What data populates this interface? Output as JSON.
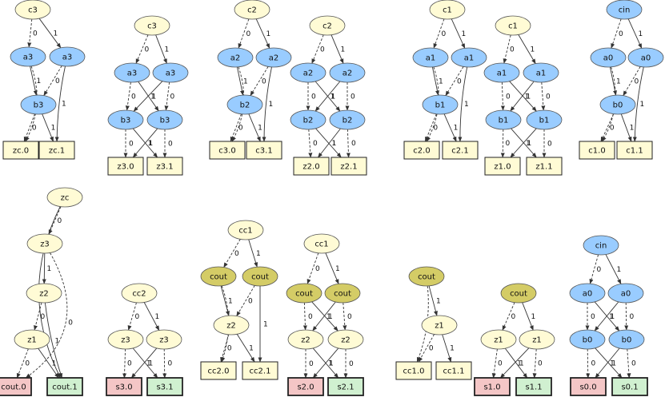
{
  "colors": {
    "yellow": "#fffbd5",
    "blue": "#99ccff",
    "olive": "#d4cc66",
    "pink": "#f4c6c6",
    "green": "#d0f0d0",
    "edge": "#333333",
    "node_stroke": "#555555"
  },
  "nodes": [
    {
      "id": "n1",
      "label": "c3",
      "shape": "ellipse",
      "fill": "yellow"
    },
    {
      "id": "n2",
      "label": "a3",
      "shape": "ellipse",
      "fill": "blue"
    },
    {
      "id": "n3",
      "label": "a3",
      "shape": "ellipse",
      "fill": "blue"
    },
    {
      "id": "n4",
      "label": "b3",
      "shape": "ellipse",
      "fill": "blue"
    },
    {
      "id": "n5",
      "label": "zc.0",
      "shape": "box",
      "fill": "yellow"
    },
    {
      "id": "n6",
      "label": "zc.1",
      "shape": "box",
      "fill": "yellow"
    },
    {
      "id": "n7",
      "label": "c3",
      "shape": "ellipse",
      "fill": "yellow"
    },
    {
      "id": "n8",
      "label": "a3",
      "shape": "ellipse",
      "fill": "blue"
    },
    {
      "id": "n9",
      "label": "a3",
      "shape": "ellipse",
      "fill": "blue"
    },
    {
      "id": "n10",
      "label": "b3",
      "shape": "ellipse",
      "fill": "blue"
    },
    {
      "id": "n11",
      "label": "b3",
      "shape": "ellipse",
      "fill": "blue"
    },
    {
      "id": "n12",
      "label": "z3.0",
      "shape": "box",
      "fill": "yellow"
    },
    {
      "id": "n13",
      "label": "z3.1",
      "shape": "box",
      "fill": "yellow"
    },
    {
      "id": "n14",
      "label": "c2",
      "shape": "ellipse",
      "fill": "yellow"
    },
    {
      "id": "n15",
      "label": "a2",
      "shape": "ellipse",
      "fill": "blue"
    },
    {
      "id": "n16",
      "label": "a2",
      "shape": "ellipse",
      "fill": "blue"
    },
    {
      "id": "n17",
      "label": "b2",
      "shape": "ellipse",
      "fill": "blue"
    },
    {
      "id": "n18",
      "label": "c3.0",
      "shape": "box",
      "fill": "yellow"
    },
    {
      "id": "n19",
      "label": "c3.1",
      "shape": "box",
      "fill": "yellow"
    },
    {
      "id": "n20",
      "label": "c2",
      "shape": "ellipse",
      "fill": "yellow"
    },
    {
      "id": "n21",
      "label": "a2",
      "shape": "ellipse",
      "fill": "blue"
    },
    {
      "id": "n22",
      "label": "a2",
      "shape": "ellipse",
      "fill": "blue"
    },
    {
      "id": "n23",
      "label": "b2",
      "shape": "ellipse",
      "fill": "blue"
    },
    {
      "id": "n24",
      "label": "b2",
      "shape": "ellipse",
      "fill": "blue"
    },
    {
      "id": "n25",
      "label": "z2.0",
      "shape": "box",
      "fill": "yellow"
    },
    {
      "id": "n26",
      "label": "z2.1",
      "shape": "box",
      "fill": "yellow"
    },
    {
      "id": "n27",
      "label": "c1",
      "shape": "ellipse",
      "fill": "yellow"
    },
    {
      "id": "n28",
      "label": "a1",
      "shape": "ellipse",
      "fill": "blue"
    },
    {
      "id": "n29",
      "label": "a1",
      "shape": "ellipse",
      "fill": "blue"
    },
    {
      "id": "n30",
      "label": "b1",
      "shape": "ellipse",
      "fill": "blue"
    },
    {
      "id": "n31",
      "label": "c2.0",
      "shape": "box",
      "fill": "yellow"
    },
    {
      "id": "n32",
      "label": "c2.1",
      "shape": "box",
      "fill": "yellow"
    },
    {
      "id": "n33",
      "label": "c1",
      "shape": "ellipse",
      "fill": "yellow"
    },
    {
      "id": "n34",
      "label": "a1",
      "shape": "ellipse",
      "fill": "blue"
    },
    {
      "id": "n35",
      "label": "a1",
      "shape": "ellipse",
      "fill": "blue"
    },
    {
      "id": "n36",
      "label": "b1",
      "shape": "ellipse",
      "fill": "blue"
    },
    {
      "id": "n37",
      "label": "b1",
      "shape": "ellipse",
      "fill": "blue"
    },
    {
      "id": "n38",
      "label": "z1.0",
      "shape": "box",
      "fill": "yellow"
    },
    {
      "id": "n39",
      "label": "z1.1",
      "shape": "box",
      "fill": "yellow"
    },
    {
      "id": "n40",
      "label": "cin",
      "shape": "ellipse",
      "fill": "blue"
    },
    {
      "id": "n41",
      "label": "a0",
      "shape": "ellipse",
      "fill": "blue"
    },
    {
      "id": "n42",
      "label": "a0",
      "shape": "ellipse",
      "fill": "blue"
    },
    {
      "id": "n43",
      "label": "b0",
      "shape": "ellipse",
      "fill": "blue"
    },
    {
      "id": "n44",
      "label": "c1.0",
      "shape": "box",
      "fill": "yellow"
    },
    {
      "id": "n45",
      "label": "c1.1",
      "shape": "box",
      "fill": "yellow"
    },
    {
      "id": "n46",
      "label": "zc",
      "shape": "ellipse",
      "fill": "yellow"
    },
    {
      "id": "n47",
      "label": "z3",
      "shape": "ellipse",
      "fill": "yellow"
    },
    {
      "id": "n48",
      "label": "z2",
      "shape": "ellipse",
      "fill": "yellow"
    },
    {
      "id": "n49",
      "label": "z1",
      "shape": "ellipse",
      "fill": "yellow"
    },
    {
      "id": "n50",
      "label": "cout.0",
      "shape": "box",
      "fill": "pink"
    },
    {
      "id": "n51",
      "label": "cout.1",
      "shape": "box",
      "fill": "green"
    },
    {
      "id": "n52",
      "label": "cc2",
      "shape": "ellipse",
      "fill": "yellow"
    },
    {
      "id": "n53",
      "label": "z3",
      "shape": "ellipse",
      "fill": "yellow"
    },
    {
      "id": "n54",
      "label": "z3",
      "shape": "ellipse",
      "fill": "yellow"
    },
    {
      "id": "n55",
      "label": "s3.0",
      "shape": "box",
      "fill": "pink"
    },
    {
      "id": "n56",
      "label": "s3.1",
      "shape": "box",
      "fill": "green"
    },
    {
      "id": "n57",
      "label": "cc1",
      "shape": "ellipse",
      "fill": "yellow"
    },
    {
      "id": "n58",
      "label": "cout",
      "shape": "ellipse",
      "fill": "olive"
    },
    {
      "id": "n59",
      "label": "cout",
      "shape": "ellipse",
      "fill": "olive"
    },
    {
      "id": "n60",
      "label": "z2",
      "shape": "ellipse",
      "fill": "yellow"
    },
    {
      "id": "n61",
      "label": "cc2.0",
      "shape": "box",
      "fill": "yellow"
    },
    {
      "id": "n62",
      "label": "cc2.1",
      "shape": "box",
      "fill": "yellow"
    },
    {
      "id": "n63",
      "label": "cc1",
      "shape": "ellipse",
      "fill": "yellow"
    },
    {
      "id": "n64",
      "label": "cout",
      "shape": "ellipse",
      "fill": "olive"
    },
    {
      "id": "n65",
      "label": "cout",
      "shape": "ellipse",
      "fill": "olive"
    },
    {
      "id": "n66",
      "label": "z2",
      "shape": "ellipse",
      "fill": "yellow"
    },
    {
      "id": "n67",
      "label": "z2",
      "shape": "ellipse",
      "fill": "yellow"
    },
    {
      "id": "n68",
      "label": "s2.0",
      "shape": "box",
      "fill": "pink"
    },
    {
      "id": "n69",
      "label": "s2.1",
      "shape": "box",
      "fill": "green"
    },
    {
      "id": "n70",
      "label": "cout",
      "shape": "ellipse",
      "fill": "olive"
    },
    {
      "id": "n71",
      "label": "z1",
      "shape": "ellipse",
      "fill": "yellow"
    },
    {
      "id": "n72",
      "label": "cc1.0",
      "shape": "box",
      "fill": "yellow"
    },
    {
      "id": "n73",
      "label": "cc1.1",
      "shape": "box",
      "fill": "yellow"
    },
    {
      "id": "n74",
      "label": "cout",
      "shape": "ellipse",
      "fill": "olive"
    },
    {
      "id": "n75",
      "label": "z1",
      "shape": "ellipse",
      "fill": "yellow"
    },
    {
      "id": "n76",
      "label": "z1",
      "shape": "ellipse",
      "fill": "yellow"
    },
    {
      "id": "n77",
      "label": "s1.0",
      "shape": "box",
      "fill": "pink"
    },
    {
      "id": "n78",
      "label": "s1.1",
      "shape": "box",
      "fill": "green"
    },
    {
      "id": "n79",
      "label": "cin",
      "shape": "ellipse",
      "fill": "blue"
    },
    {
      "id": "n80",
      "label": "a0",
      "shape": "ellipse",
      "fill": "blue"
    },
    {
      "id": "n81",
      "label": "a0",
      "shape": "ellipse",
      "fill": "blue"
    },
    {
      "id": "n82",
      "label": "b0",
      "shape": "ellipse",
      "fill": "blue"
    },
    {
      "id": "n83",
      "label": "b0",
      "shape": "ellipse",
      "fill": "blue"
    },
    {
      "id": "n84",
      "label": "s0.0",
      "shape": "box",
      "fill": "pink"
    },
    {
      "id": "n85",
      "label": "s0.1",
      "shape": "box",
      "fill": "green"
    }
  ],
  "edges": [
    {
      "from": "n1",
      "to": "n2",
      "label": "0",
      "dashed": true
    },
    {
      "from": "n1",
      "to": "n3",
      "label": "1",
      "dashed": false
    },
    {
      "from": "n2",
      "to": "n5",
      "label": "0",
      "dashed": true
    },
    {
      "from": "n2",
      "to": "n4",
      "label": "1",
      "dashed": false
    },
    {
      "from": "n3",
      "to": "n4",
      "label": "0",
      "dashed": true
    },
    {
      "from": "n3",
      "to": "n6",
      "label": "1",
      "dashed": false
    },
    {
      "from": "n4",
      "to": "n5",
      "label": "0",
      "dashed": true
    },
    {
      "from": "n4",
      "to": "n6",
      "label": "1",
      "dashed": false
    },
    {
      "from": "n7",
      "to": "n8",
      "label": "0",
      "dashed": true
    },
    {
      "from": "n7",
      "to": "n9",
      "label": "1",
      "dashed": false
    },
    {
      "from": "n8",
      "to": "n10",
      "label": "0",
      "dashed": true
    },
    {
      "from": "n8",
      "to": "n11",
      "label": "1",
      "dashed": false
    },
    {
      "from": "n9",
      "to": "n10",
      "label": "1",
      "dashed": false
    },
    {
      "from": "n9",
      "to": "n11",
      "label": "0",
      "dashed": true
    },
    {
      "from": "n10",
      "to": "n12",
      "label": "0",
      "dashed": true
    },
    {
      "from": "n10",
      "to": "n13",
      "label": "1",
      "dashed": false
    },
    {
      "from": "n11",
      "to": "n12",
      "label": "1",
      "dashed": false
    },
    {
      "from": "n11",
      "to": "n13",
      "label": "0",
      "dashed": true
    },
    {
      "from": "n14",
      "to": "n15",
      "label": "0",
      "dashed": true
    },
    {
      "from": "n14",
      "to": "n16",
      "label": "1",
      "dashed": false
    },
    {
      "from": "n15",
      "to": "n18",
      "label": "0",
      "dashed": true
    },
    {
      "from": "n15",
      "to": "n17",
      "label": "1",
      "dashed": false
    },
    {
      "from": "n16",
      "to": "n17",
      "label": "0",
      "dashed": true
    },
    {
      "from": "n16",
      "to": "n19",
      "label": "1",
      "dashed": false
    },
    {
      "from": "n17",
      "to": "n18",
      "label": "0",
      "dashed": true
    },
    {
      "from": "n17",
      "to": "n19",
      "label": "1",
      "dashed": false
    },
    {
      "from": "n20",
      "to": "n21",
      "label": "0",
      "dashed": true
    },
    {
      "from": "n20",
      "to": "n22",
      "label": "1",
      "dashed": false
    },
    {
      "from": "n21",
      "to": "n23",
      "label": "0",
      "dashed": true
    },
    {
      "from": "n21",
      "to": "n24",
      "label": "1",
      "dashed": false
    },
    {
      "from": "n22",
      "to": "n23",
      "label": "1",
      "dashed": false
    },
    {
      "from": "n22",
      "to": "n24",
      "label": "0",
      "dashed": true
    },
    {
      "from": "n23",
      "to": "n25",
      "label": "0",
      "dashed": true
    },
    {
      "from": "n23",
      "to": "n26",
      "label": "1",
      "dashed": false
    },
    {
      "from": "n24",
      "to": "n25",
      "label": "1",
      "dashed": false
    },
    {
      "from": "n24",
      "to": "n26",
      "label": "0",
      "dashed": true
    },
    {
      "from": "n27",
      "to": "n28",
      "label": "0",
      "dashed": true
    },
    {
      "from": "n27",
      "to": "n29",
      "label": "1",
      "dashed": false
    },
    {
      "from": "n28",
      "to": "n31",
      "label": "0",
      "dashed": true
    },
    {
      "from": "n28",
      "to": "n30",
      "label": "1",
      "dashed": false
    },
    {
      "from": "n29",
      "to": "n30",
      "label": "0",
      "dashed": true
    },
    {
      "from": "n29",
      "to": "n32",
      "label": "1",
      "dashed": false
    },
    {
      "from": "n30",
      "to": "n31",
      "label": "0",
      "dashed": true
    },
    {
      "from": "n30",
      "to": "n32",
      "label": "1",
      "dashed": false
    },
    {
      "from": "n33",
      "to": "n34",
      "label": "0",
      "dashed": true
    },
    {
      "from": "n33",
      "to": "n35",
      "label": "1",
      "dashed": false
    },
    {
      "from": "n34",
      "to": "n36",
      "label": "0",
      "dashed": true
    },
    {
      "from": "n34",
      "to": "n37",
      "label": "1",
      "dashed": false
    },
    {
      "from": "n35",
      "to": "n36",
      "label": "1",
      "dashed": false
    },
    {
      "from": "n35",
      "to": "n37",
      "label": "0",
      "dashed": true
    },
    {
      "from": "n36",
      "to": "n38",
      "label": "0",
      "dashed": true
    },
    {
      "from": "n36",
      "to": "n39",
      "label": "1",
      "dashed": false
    },
    {
      "from": "n37",
      "to": "n38",
      "label": "1",
      "dashed": false
    },
    {
      "from": "n37",
      "to": "n39",
      "label": "0",
      "dashed": true
    },
    {
      "from": "n40",
      "to": "n41",
      "label": "0",
      "dashed": true
    },
    {
      "from": "n40",
      "to": "n42",
      "label": "1",
      "dashed": false
    },
    {
      "from": "n41",
      "to": "n44",
      "label": "0",
      "dashed": true
    },
    {
      "from": "n41",
      "to": "n43",
      "label": "1",
      "dashed": false
    },
    {
      "from": "n42",
      "to": "n43",
      "label": "0",
      "dashed": true
    },
    {
      "from": "n42",
      "to": "n45",
      "label": "1",
      "dashed": false
    },
    {
      "from": "n43",
      "to": "n44",
      "label": "0",
      "dashed": true
    },
    {
      "from": "n43",
      "to": "n45",
      "label": "1",
      "dashed": false
    },
    {
      "from": "n46",
      "to": "n47",
      "label": "0",
      "dashed": true
    },
    {
      "from": "n46",
      "to": "n51",
      "label": "1",
      "dashed": false
    },
    {
      "from": "n47",
      "to": "n50",
      "label": "0",
      "dashed": true
    },
    {
      "from": "n47",
      "to": "n48",
      "label": "1",
      "dashed": false
    },
    {
      "from": "n48",
      "to": "n49",
      "label": "0",
      "dashed": true
    },
    {
      "from": "n48",
      "to": "n51",
      "label": "1",
      "dashed": false
    },
    {
      "from": "n49",
      "to": "n50",
      "label": "0",
      "dashed": true
    },
    {
      "from": "n49",
      "to": "n51",
      "label": "1",
      "dashed": false
    },
    {
      "from": "n52",
      "to": "n53",
      "label": "0",
      "dashed": true
    },
    {
      "from": "n52",
      "to": "n54",
      "label": "1",
      "dashed": false
    },
    {
      "from": "n53",
      "to": "n55",
      "label": "0",
      "dashed": true
    },
    {
      "from": "n53",
      "to": "n56",
      "label": "1",
      "dashed": false
    },
    {
      "from": "n54",
      "to": "n55",
      "label": "1",
      "dashed": false
    },
    {
      "from": "n54",
      "to": "n56",
      "label": "0",
      "dashed": true
    },
    {
      "from": "n57",
      "to": "n58",
      "label": "0",
      "dashed": true
    },
    {
      "from": "n57",
      "to": "n59",
      "label": "1",
      "dashed": false
    },
    {
      "from": "n58",
      "to": "n61",
      "label": "0",
      "dashed": true
    },
    {
      "from": "n58",
      "to": "n60",
      "label": "1",
      "dashed": false
    },
    {
      "from": "n59",
      "to": "n60",
      "label": "0",
      "dashed": true
    },
    {
      "from": "n59",
      "to": "n62",
      "label": "1",
      "dashed": false
    },
    {
      "from": "n60",
      "to": "n61",
      "label": "0",
      "dashed": true
    },
    {
      "from": "n60",
      "to": "n62",
      "label": "1",
      "dashed": false
    },
    {
      "from": "n63",
      "to": "n64",
      "label": "0",
      "dashed": true
    },
    {
      "from": "n63",
      "to": "n65",
      "label": "1",
      "dashed": false
    },
    {
      "from": "n64",
      "to": "n66",
      "label": "0",
      "dashed": true
    },
    {
      "from": "n64",
      "to": "n67",
      "label": "1",
      "dashed": false
    },
    {
      "from": "n65",
      "to": "n66",
      "label": "1",
      "dashed": false
    },
    {
      "from": "n65",
      "to": "n67",
      "label": "0",
      "dashed": true
    },
    {
      "from": "n66",
      "to": "n68",
      "label": "0",
      "dashed": true
    },
    {
      "from": "n66",
      "to": "n69",
      "label": "1",
      "dashed": false
    },
    {
      "from": "n67",
      "to": "n68",
      "label": "1",
      "dashed": false
    },
    {
      "from": "n67",
      "to": "n69",
      "label": "0",
      "dashed": true
    },
    {
      "from": "n70",
      "to": "n72",
      "label": "0",
      "dashed": true
    },
    {
      "from": "n70",
      "to": "n71",
      "label": "1",
      "dashed": false
    },
    {
      "from": "n71",
      "to": "n72",
      "label": "0",
      "dashed": true
    },
    {
      "from": "n71",
      "to": "n73",
      "label": "1",
      "dashed": false
    },
    {
      "from": "n74",
      "to": "n75",
      "label": "0",
      "dashed": true
    },
    {
      "from": "n74",
      "to": "n76",
      "label": "1",
      "dashed": false
    },
    {
      "from": "n75",
      "to": "n77",
      "label": "0",
      "dashed": true
    },
    {
      "from": "n75",
      "to": "n78",
      "label": "1",
      "dashed": false
    },
    {
      "from": "n76",
      "to": "n77",
      "label": "1",
      "dashed": false
    },
    {
      "from": "n76",
      "to": "n78",
      "label": "0",
      "dashed": true
    },
    {
      "from": "n79",
      "to": "n80",
      "label": "0",
      "dashed": true
    },
    {
      "from": "n79",
      "to": "n81",
      "label": "1",
      "dashed": false
    },
    {
      "from": "n80",
      "to": "n82",
      "label": "0",
      "dashed": true
    },
    {
      "from": "n80",
      "to": "n83",
      "label": "1",
      "dashed": false
    },
    {
      "from": "n81",
      "to": "n82",
      "label": "1",
      "dashed": false
    },
    {
      "from": "n81",
      "to": "n83",
      "label": "0",
      "dashed": true
    },
    {
      "from": "n82",
      "to": "n84",
      "label": "0",
      "dashed": true
    },
    {
      "from": "n82",
      "to": "n85",
      "label": "1",
      "dashed": false
    },
    {
      "from": "n83",
      "to": "n84",
      "label": "1",
      "dashed": false
    },
    {
      "from": "n83",
      "to": "n85",
      "label": "0",
      "dashed": true
    }
  ]
}
